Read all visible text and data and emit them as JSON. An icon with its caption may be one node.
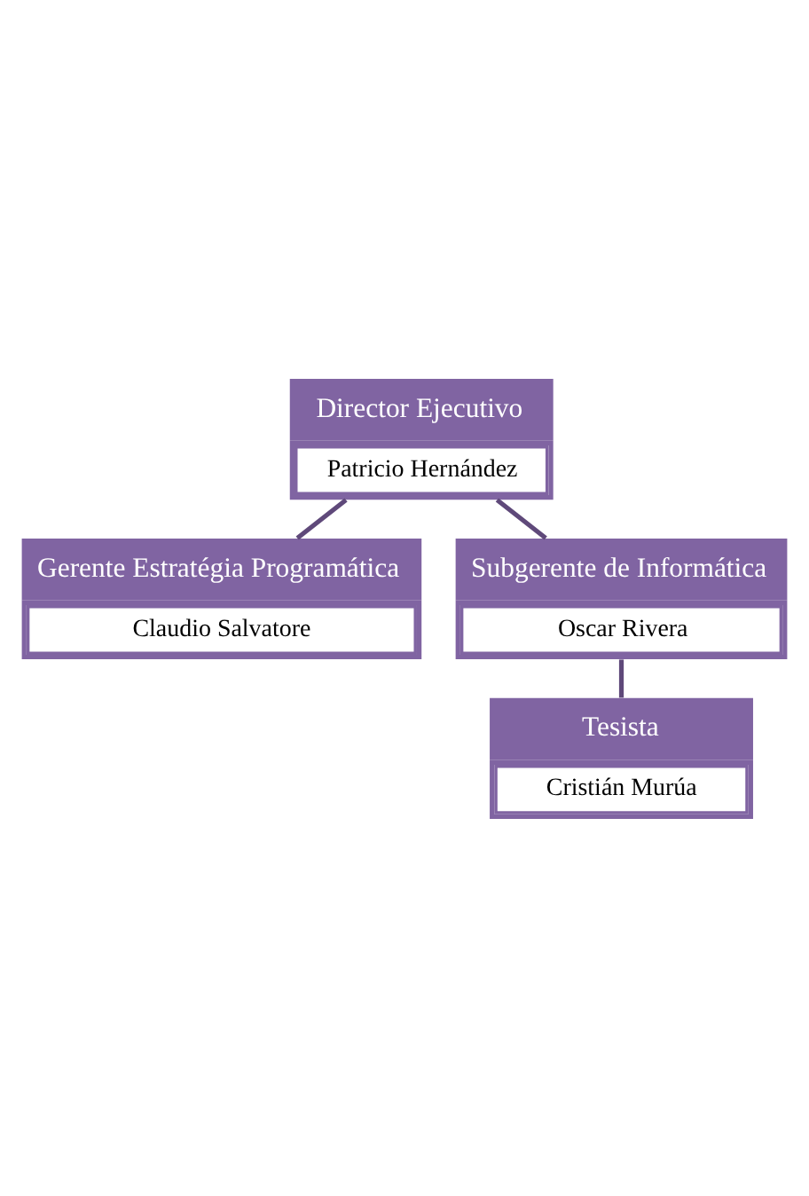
{
  "diagram": {
    "nodes": [
      {
        "text": [
          "Director Ejecutivo",
          "Patricio Hernández"
        ]
      },
      {
        "text": [
          "Gerente Estratégia Programática",
          "Claudio Salvatore"
        ]
      },
      {
        "text": [
          "Subgerente de Informática",
          "Oscar Rivera"
        ]
      },
      {
        "text": [
          "Tesista",
          "Cristián Murúa"
        ]
      }
    ],
    "edges": [
      {
        "from": 0,
        "to": 1,
        "arrow": "none"
      },
      {
        "from": 0,
        "to": 2,
        "arrow": "none"
      },
      {
        "from": 2,
        "to": 3,
        "arrow": "none"
      }
    ]
  }
}
